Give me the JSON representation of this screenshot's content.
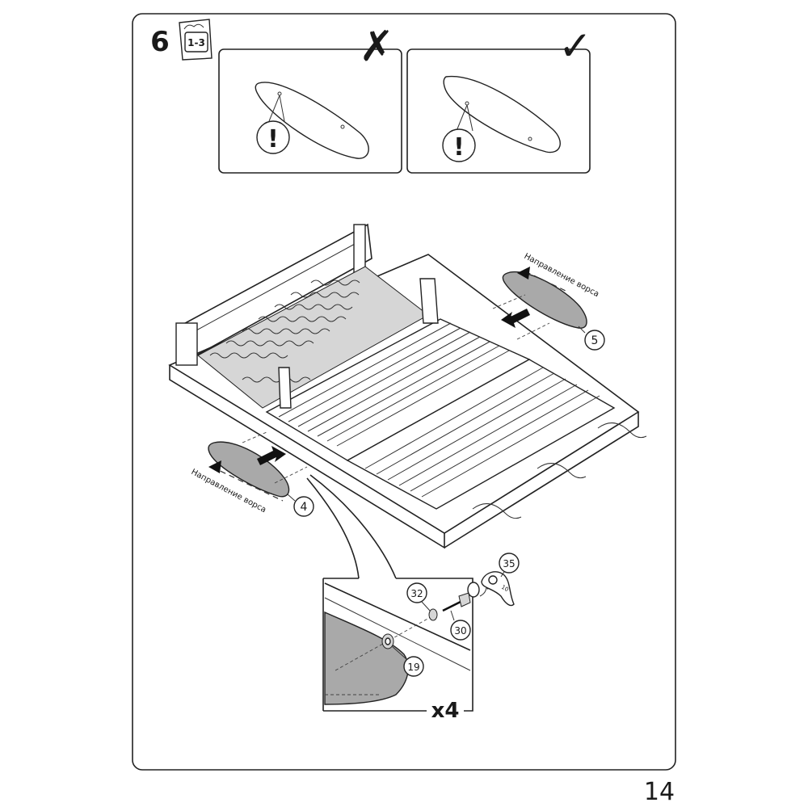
{
  "step": {
    "number": "6",
    "persons_badge": "1-3"
  },
  "incorrect_panel": {
    "mark": "✗",
    "warning_glyph": "!"
  },
  "correct_panel": {
    "mark": "✓",
    "warning_glyph": "!"
  },
  "callouts": {
    "panel_right": "5",
    "panel_left": "4",
    "washer": "32",
    "bolt": "30",
    "key": "35",
    "spacer": "19"
  },
  "pile_direction_label": "Направление ворса",
  "quantity": "x4",
  "page_number": "14",
  "icons": [
    "people-badge-icon",
    "cross-mark-icon",
    "check-mark-icon",
    "warning-icon",
    "push-arrow-icon",
    "rotate-arrow-icon",
    "hex-key-icon",
    "bolt-icon",
    "washer-icon"
  ]
}
